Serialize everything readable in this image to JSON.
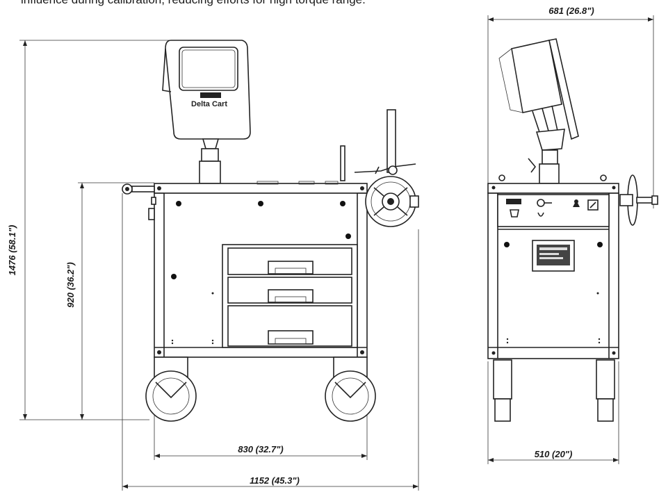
{
  "caption": "influence during calibration, reducing efforts for high torque range.",
  "product_label": "Delta Cart",
  "dimensions": {
    "total_height": "1476 (58.1\")",
    "table_height": "920 (36.2\")",
    "inner_width": "830 (32.7\")",
    "total_width": "1152 (45.3\")",
    "side_depth": "681 (26.8\")",
    "side_width": "510 (20\")"
  },
  "colors": {
    "line": "#222222",
    "background": "#ffffff"
  }
}
